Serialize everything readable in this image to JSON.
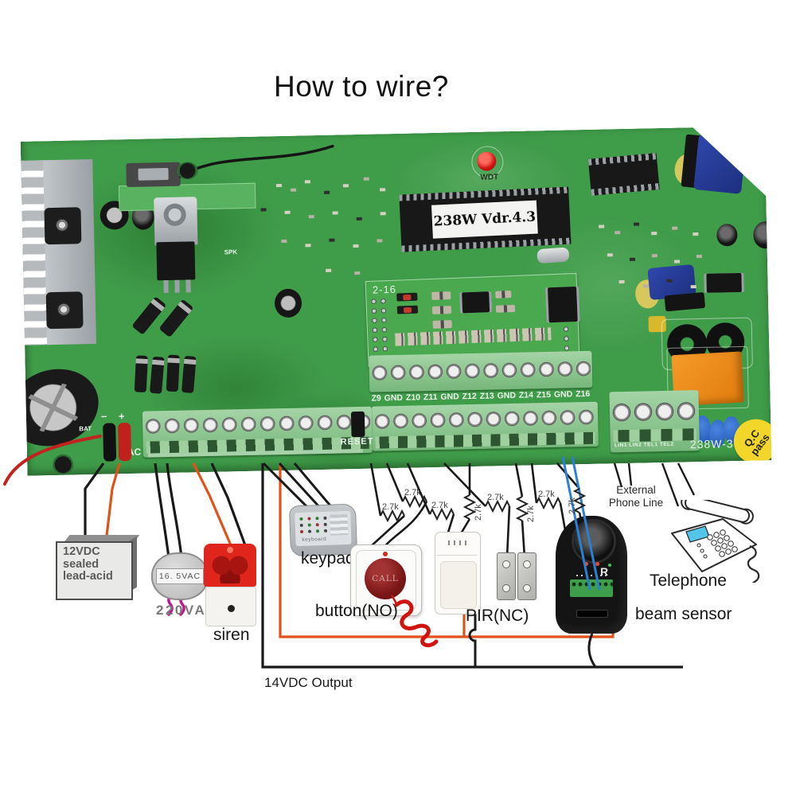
{
  "title": "How to wire?",
  "board": {
    "chip_label": "238W Vdr.4.3",
    "wdt_label": "WDT",
    "spk_label": "SPK",
    "daughter_board_label": "2-16",
    "zone_labels": "Z9 GND Z10 Z11 GND Z12 Z13 GND Z14 Z15 GND Z16",
    "reset_label": "RESET",
    "model_label": "238W-3",
    "ac_label": "AC",
    "bat_label": "BAT",
    "bat_minus": "−",
    "bat_plus": "+",
    "phone_terminal_labels": "LIN1 LIN2 TEL1 TEL2",
    "qc_sticker": {
      "line1": "Q.C",
      "line2": "pass"
    }
  },
  "resistor_label": "2.7k",
  "devices": {
    "battery": {
      "lines": [
        "12VDC",
        "sealed",
        "lead-acid"
      ]
    },
    "transformer": {
      "label": "16. 5VAC"
    },
    "mains": {
      "label": "220VAC"
    },
    "siren": {
      "label": "siren"
    },
    "keypad": {
      "label": "keypad",
      "device_text": "keyboard"
    },
    "button": {
      "label": "button(NO)",
      "button_text": "CALL"
    },
    "pir": {
      "label": "PIR(NC)"
    },
    "beam": {
      "label": "beam sensor",
      "device_text": "R"
    },
    "telephone": {
      "label": "Telephone"
    },
    "phone_line": {
      "lines": [
        "External",
        "Phone Line"
      ]
    },
    "output": {
      "label": "14VDC Output"
    }
  }
}
